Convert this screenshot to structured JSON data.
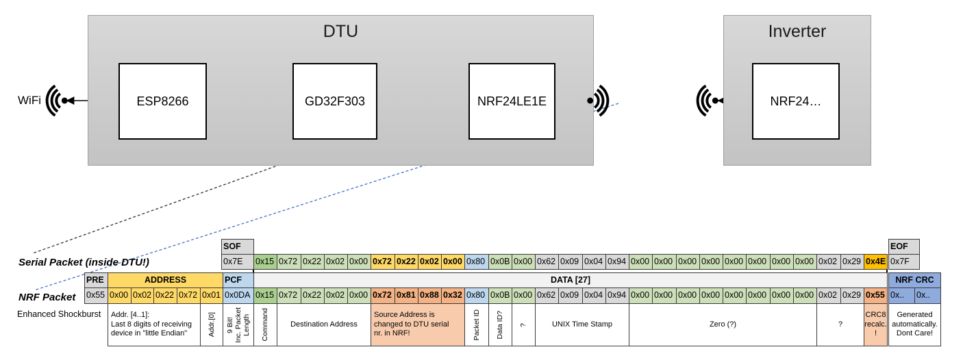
{
  "diagram": {
    "wifi_label": "WiFi",
    "dtu_title": "DTU",
    "esp": "ESP8266",
    "gd32": "GD32F303",
    "nrf_dtu": "NRF24LE1E",
    "inverter_title": "Inverter",
    "nrf_inverter": "NRF24…"
  },
  "serial_packet": {
    "label": "Serial Packet (inside DTU!)",
    "sof_header": "SOF",
    "sof": "0x7E",
    "eof_header": "EOF",
    "eof": "0x7F",
    "bytes": [
      {
        "v": "0x15",
        "c": "greend"
      },
      {
        "v": "0x72",
        "c": "green"
      },
      {
        "v": "0x22",
        "c": "green"
      },
      {
        "v": "0x02",
        "c": "green"
      },
      {
        "v": "0x00",
        "c": "green"
      },
      {
        "v": "0x72",
        "c": "gold"
      },
      {
        "v": "0x22",
        "c": "gold"
      },
      {
        "v": "0x02",
        "c": "gold"
      },
      {
        "v": "0x00",
        "c": "gold"
      },
      {
        "v": "0x80",
        "c": "bluel"
      },
      {
        "v": "0x0B",
        "c": "green"
      },
      {
        "v": "0x00",
        "c": "green"
      },
      {
        "v": "0x62",
        "c": "gray"
      },
      {
        "v": "0x09",
        "c": "gray"
      },
      {
        "v": "0x04",
        "c": "gray"
      },
      {
        "v": "0x94",
        "c": "gray"
      },
      {
        "v": "0x00",
        "c": "green"
      },
      {
        "v": "0x00",
        "c": "green"
      },
      {
        "v": "0x00",
        "c": "green"
      },
      {
        "v": "0x00",
        "c": "green"
      },
      {
        "v": "0x00",
        "c": "green"
      },
      {
        "v": "0x00",
        "c": "green"
      },
      {
        "v": "0x00",
        "c": "green"
      },
      {
        "v": "0x00",
        "c": "green"
      },
      {
        "v": "0x02",
        "c": "gray"
      },
      {
        "v": "0x29",
        "c": "gray"
      },
      {
        "v": "0x4E",
        "c": "amber"
      }
    ]
  },
  "nrf_packet": {
    "label": "NRF Packet",
    "sublabel": "Enhanced Shockburst",
    "pre_header": "PRE",
    "pre": "0x55",
    "address_header": "ADDRESS",
    "address": [
      "0x00",
      "0x02",
      "0x22",
      "0x72",
      "0x01"
    ],
    "pcf_header": "PCF",
    "pcf": "0x0DA",
    "data_header": "DATA [27]",
    "bytes": [
      {
        "v": "0x15",
        "c": "greend"
      },
      {
        "v": "0x72",
        "c": "green"
      },
      {
        "v": "0x22",
        "c": "green"
      },
      {
        "v": "0x02",
        "c": "green"
      },
      {
        "v": "0x00",
        "c": "green"
      },
      {
        "v": "0x72",
        "c": "salmon"
      },
      {
        "v": "0x81",
        "c": "salmon"
      },
      {
        "v": "0x88",
        "c": "salmon"
      },
      {
        "v": "0x32",
        "c": "salmon"
      },
      {
        "v": "0x80",
        "c": "bluel"
      },
      {
        "v": "0x0B",
        "c": "green"
      },
      {
        "v": "0x00",
        "c": "green"
      },
      {
        "v": "0x62",
        "c": "gray"
      },
      {
        "v": "0x09",
        "c": "gray"
      },
      {
        "v": "0x04",
        "c": "gray"
      },
      {
        "v": "0x94",
        "c": "gray"
      },
      {
        "v": "0x00",
        "c": "green"
      },
      {
        "v": "0x00",
        "c": "green"
      },
      {
        "v": "0x00",
        "c": "green"
      },
      {
        "v": "0x00",
        "c": "green"
      },
      {
        "v": "0x00",
        "c": "green"
      },
      {
        "v": "0x00",
        "c": "green"
      },
      {
        "v": "0x00",
        "c": "green"
      },
      {
        "v": "0x00",
        "c": "green"
      },
      {
        "v": "0x02",
        "c": "gray"
      },
      {
        "v": "0x29",
        "c": "gray"
      },
      {
        "v": "0x55",
        "c": "salmon"
      }
    ],
    "crc_header": "NRF CRC",
    "crc": [
      "0x..",
      "0x.."
    ]
  },
  "annotations": [
    {
      "text": "Addr. [4..1]:\nLast 8 digits of receiving\ndevice in \"little Endian\"",
      "area": "addr",
      "from": 0,
      "to": 4,
      "align": "left"
    },
    {
      "text": "Addr.[0]",
      "area": "addr",
      "from": 4,
      "to": 5,
      "vert": true
    },
    {
      "text": "9 Bit!\nInc. Packet\nLength",
      "area": "pcf",
      "from": 0,
      "to": 1,
      "vert": true
    },
    {
      "text": "Command",
      "area": "data",
      "from": 0,
      "to": 1,
      "vert": true
    },
    {
      "text": "Destination Address",
      "area": "data",
      "from": 1,
      "to": 5
    },
    {
      "text": "Source Address is\nchanged to DTU serial\nnr. in NRF!",
      "area": "data",
      "from": 5,
      "to": 9,
      "bg": "salmon",
      "align": "left"
    },
    {
      "text": "Packet ID",
      "area": "data",
      "from": 9,
      "to": 10,
      "vert": true
    },
    {
      "text": "Data ID?",
      "area": "data",
      "from": 10,
      "to": 11,
      "vert": true
    },
    {
      "text": "?",
      "area": "data",
      "from": 11,
      "to": 12,
      "vert": true
    },
    {
      "text": "UNIX Time Stamp",
      "area": "data",
      "from": 12,
      "to": 16
    },
    {
      "text": "Zero (?)",
      "area": "data",
      "from": 16,
      "to": 24
    },
    {
      "text": "?",
      "area": "data",
      "from": 24,
      "to": 26
    },
    {
      "text": "CRC8\nrecalc.\n!",
      "area": "data",
      "from": 26,
      "to": 27,
      "bg": "salmon"
    },
    {
      "text": "Generated\nautomatically.\nDont Care!",
      "area": "crc",
      "from": 0,
      "to": 2
    }
  ],
  "colors": {
    "cell-gray": "#D9D9D9",
    "cell-light-gray": "#F2F2F2",
    "cell-green-dark": "#A9D08E",
    "cell-green": "#CDDFB8",
    "cell-yellow": "#FFD966",
    "cell-amber": "#FFC000",
    "cell-light-blue": "#BDD7EE",
    "cell-blue": "#8FAADC",
    "cell-salmon": "#F4B183",
    "cell-salmon-light": "#F8CBAD",
    "arrow-orange": "#ED7D31",
    "arrow-green": "#70AD47",
    "dash-blue": "#4472C4",
    "dash-black": "#333333"
  }
}
